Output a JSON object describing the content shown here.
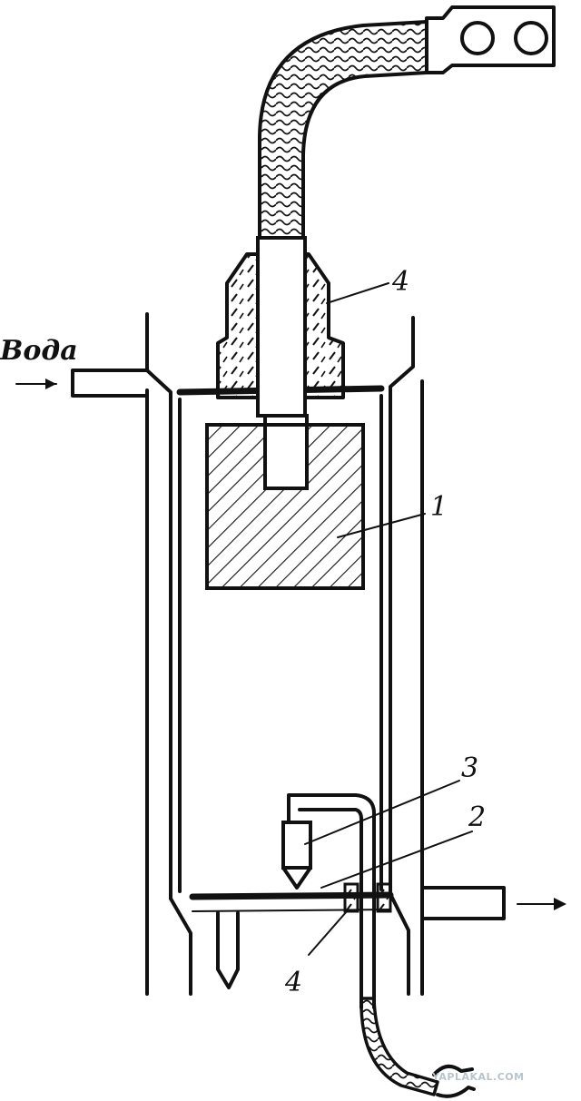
{
  "labels": {
    "inlet": "Вода",
    "electrode_block": "1",
    "plate": "2",
    "tip_electrode": "3",
    "insulator_top": "4",
    "insulator_bottom": "4"
  },
  "watermark": "YAPLAKAL.COM",
  "colors": {
    "ink": "#111111",
    "paper": "#ffffff",
    "watermark": "#b8c4cc"
  }
}
